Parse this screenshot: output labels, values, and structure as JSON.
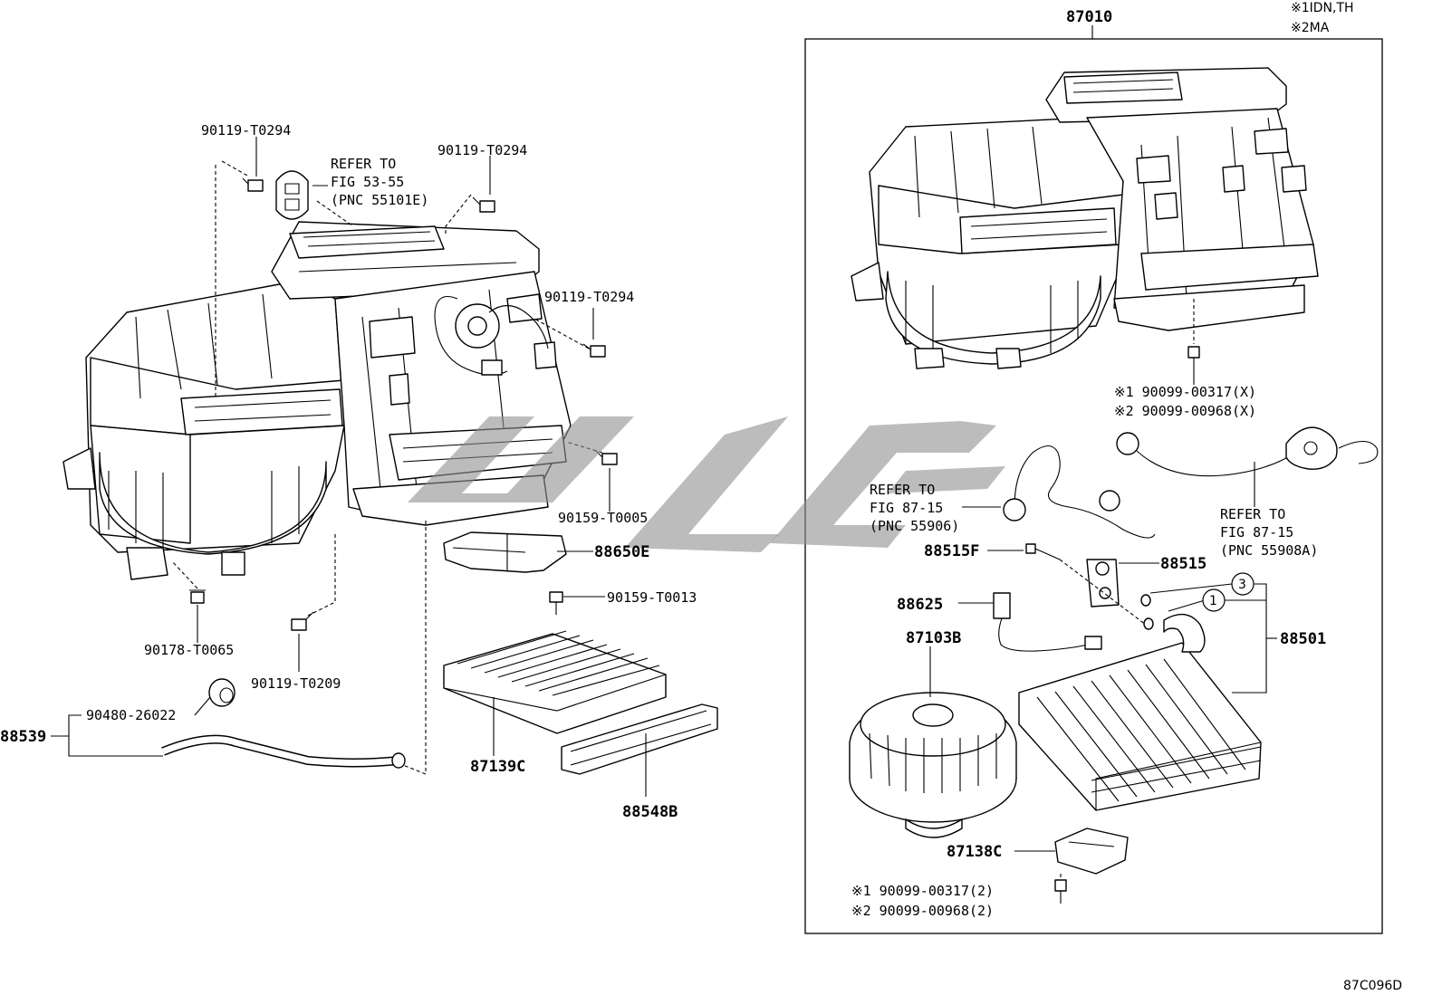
{
  "diagram_code": "87C096D",
  "notes": [
    {
      "mark": "※1",
      "text": "IDN,TH"
    },
    {
      "mark": "※2",
      "text": "MA"
    }
  ],
  "assembly": {
    "part_number": "87010"
  },
  "labels": {
    "p90119_a": "90119-T0294",
    "p90119_b": "90119-T0294",
    "p90119_c": "90119-T0294",
    "p90119_d": "90119-T0209",
    "p90159_a": "90159-T0005",
    "p90159_b": "90159-T0013",
    "p90178": "90178-T0065",
    "p90480": "90480-26022",
    "p88539": "88539",
    "p88650E": "88650E",
    "p87139C": "87139C",
    "p88548B": "88548B",
    "p88515F": "88515F",
    "p88515": "88515",
    "p88625": "88625",
    "p87103B": "87103B",
    "p88501": "88501",
    "p87138C": "87138C",
    "circle_1": "1",
    "circle_3": "3"
  },
  "refs": {
    "ref_53": [
      "REFER TO",
      "FIG 53-55",
      "(PNC 55101E)"
    ],
    "ref_87a": [
      "REFER TO",
      "FIG 87-15",
      "(PNC 55906)"
    ],
    "ref_87b": [
      "REFER TO",
      "FIG 87-15",
      "(PNC 55908A)"
    ]
  },
  "variant_bolts": {
    "upper": [
      {
        "mark": "※1",
        "text": "90099-00317(X)"
      },
      {
        "mark": "※2",
        "text": "90099-00968(X)"
      }
    ],
    "lower": [
      {
        "mark": "※1",
        "text": "90099-00317(2)"
      },
      {
        "mark": "※2",
        "text": "90099-00968(2)"
      }
    ]
  }
}
